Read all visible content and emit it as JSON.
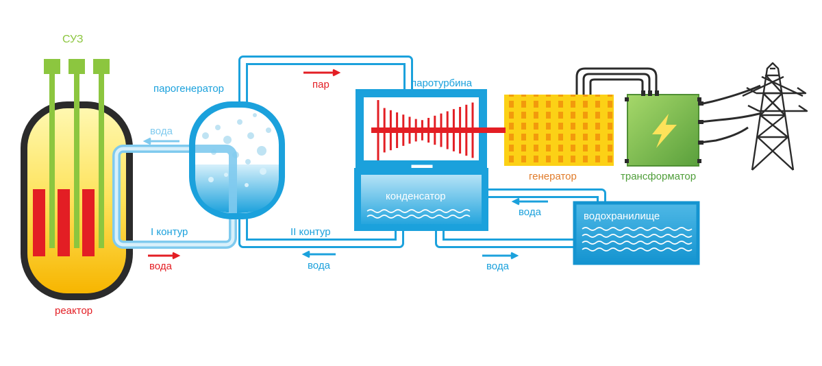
{
  "labels": {
    "suz": "СУЗ",
    "reactor": "реактор",
    "steam_generator": "парогенератор",
    "steam": "пар",
    "turbine": "паротурбина",
    "generator": "генератор",
    "transformer": "трансформатор",
    "condenser": "конденсатор",
    "reservoir": "водохранилище",
    "water_return_primary": "вода",
    "water_primary": "вода",
    "primary_loop": "I контур",
    "secondary_loop": "II контур",
    "water_secondary": "вода",
    "water_reservoir_in": "вода",
    "water_reservoir_out": "вода"
  },
  "colors": {
    "green": "#8cc63f",
    "red": "#e31e24",
    "yellow": "#fde25a",
    "blue": "#1ba1dc",
    "light_blue": "#7fcaee",
    "dark": "#2b2b2b",
    "orange": "#f7a600",
    "generator_text": "#e07b2a",
    "transformer_green": "#5aa03c",
    "transformer_text": "#4f9e3a"
  },
  "icons": [
    "lightning-icon",
    "power-pylon-icon"
  ]
}
